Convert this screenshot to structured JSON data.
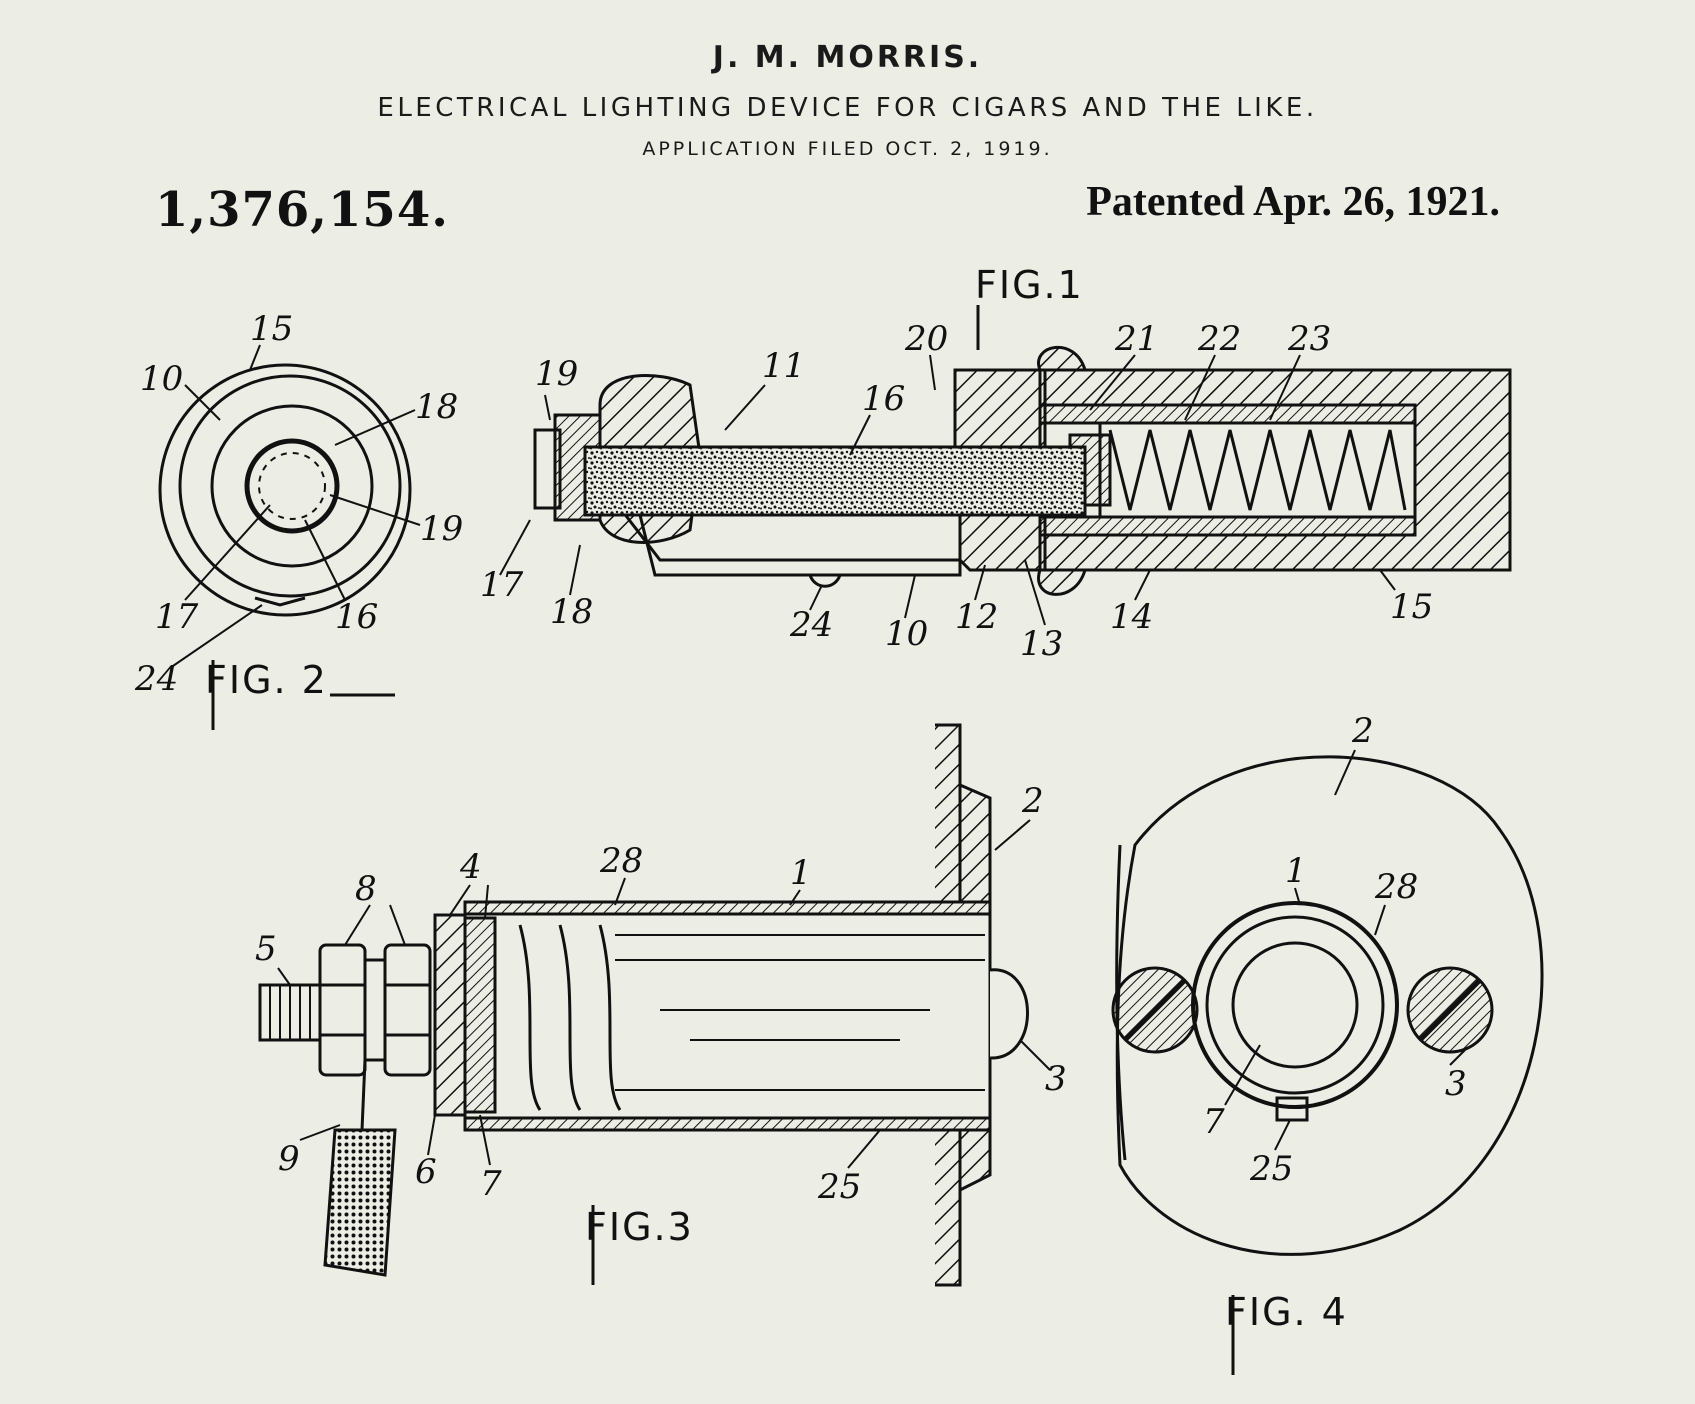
{
  "header": {
    "inventor": "J. M. MORRIS.",
    "title": "ELECTRICAL LIGHTING DEVICE FOR CIGARS AND THE LIKE.",
    "filed": "APPLICATION FILED OCT. 2, 1919.",
    "patent_number": "1,376,154.",
    "patented_date": "Patented Apr. 26, 1921."
  },
  "figures": {
    "fig1": "FIG.1",
    "fig2": "FIG. 2",
    "fig3": "FIG.3",
    "fig4": "FIG. 4"
  },
  "refs": {
    "fig1": [
      "19",
      "11",
      "16",
      "20",
      "21",
      "22",
      "23",
      "17",
      "18",
      "24",
      "10",
      "12",
      "13",
      "14",
      "15"
    ],
    "fig2": [
      "15",
      "10",
      "18",
      "19",
      "17",
      "16",
      "24"
    ],
    "fig3": [
      "8",
      "4",
      "28",
      "1",
      "2",
      "5",
      "3",
      "9",
      "6",
      "7",
      "25"
    ],
    "fig4": [
      "2",
      "1",
      "28",
      "3",
      "7",
      "25"
    ]
  },
  "colors": {
    "paper": "#eceee6",
    "ink": "#111111"
  }
}
